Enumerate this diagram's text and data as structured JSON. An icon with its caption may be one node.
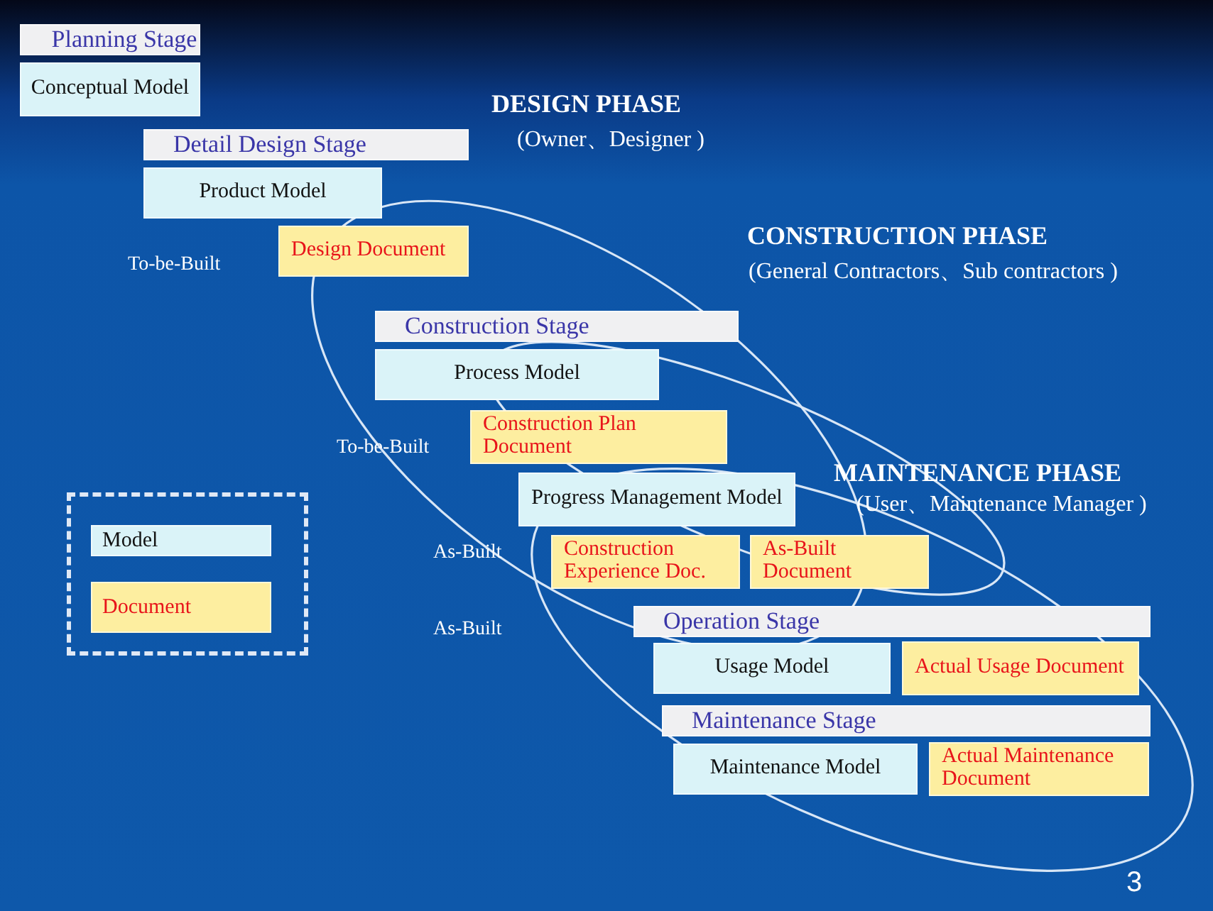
{
  "diagram": {
    "nodes": [
      {
        "text": [
          "Planning Stage"
        ]
      },
      {
        "text": [
          "Conceptual Model"
        ]
      },
      {
        "text": [
          "Detail Design Stage"
        ]
      },
      {
        "text": [
          "Product Model"
        ]
      },
      {
        "text": [
          "Design Document"
        ]
      },
      {
        "text": [
          "Construction Stage"
        ]
      },
      {
        "text": [
          "Process Model"
        ]
      },
      {
        "text": [
          "Construction Plan Document"
        ]
      },
      {
        "text": [
          "Progress Management Model"
        ]
      },
      {
        "text": [
          "Construction Experience Doc."
        ]
      },
      {
        "text": [
          "As-Built Document"
        ]
      },
      {
        "text": [
          "Operation Stage"
        ]
      },
      {
        "text": [
          "Usage Model"
        ]
      },
      {
        "text": [
          "Actual Usage Document"
        ]
      },
      {
        "text": [
          "Maintenance Stage"
        ]
      },
      {
        "text": [
          "Maintenance Model"
        ]
      },
      {
        "text": [
          "Actual Maintenance Document"
        ]
      }
    ],
    "labels": [
      "DESIGN PHASE",
      "(Owner、Designer )",
      "To-be-Built",
      "CONSTRUCTION PHASE",
      "(General Contractors、Sub contractors )",
      "To-be-Built",
      "MAINTENANCE PHASE",
      "(User、Maintenance Manager )",
      "As-Built",
      "As-Built",
      "3"
    ],
    "legend": [
      {
        "text": "Model",
        "color": "#daf3f8"
      },
      {
        "text": "Document",
        "color": "#fdeea0"
      }
    ]
  }
}
